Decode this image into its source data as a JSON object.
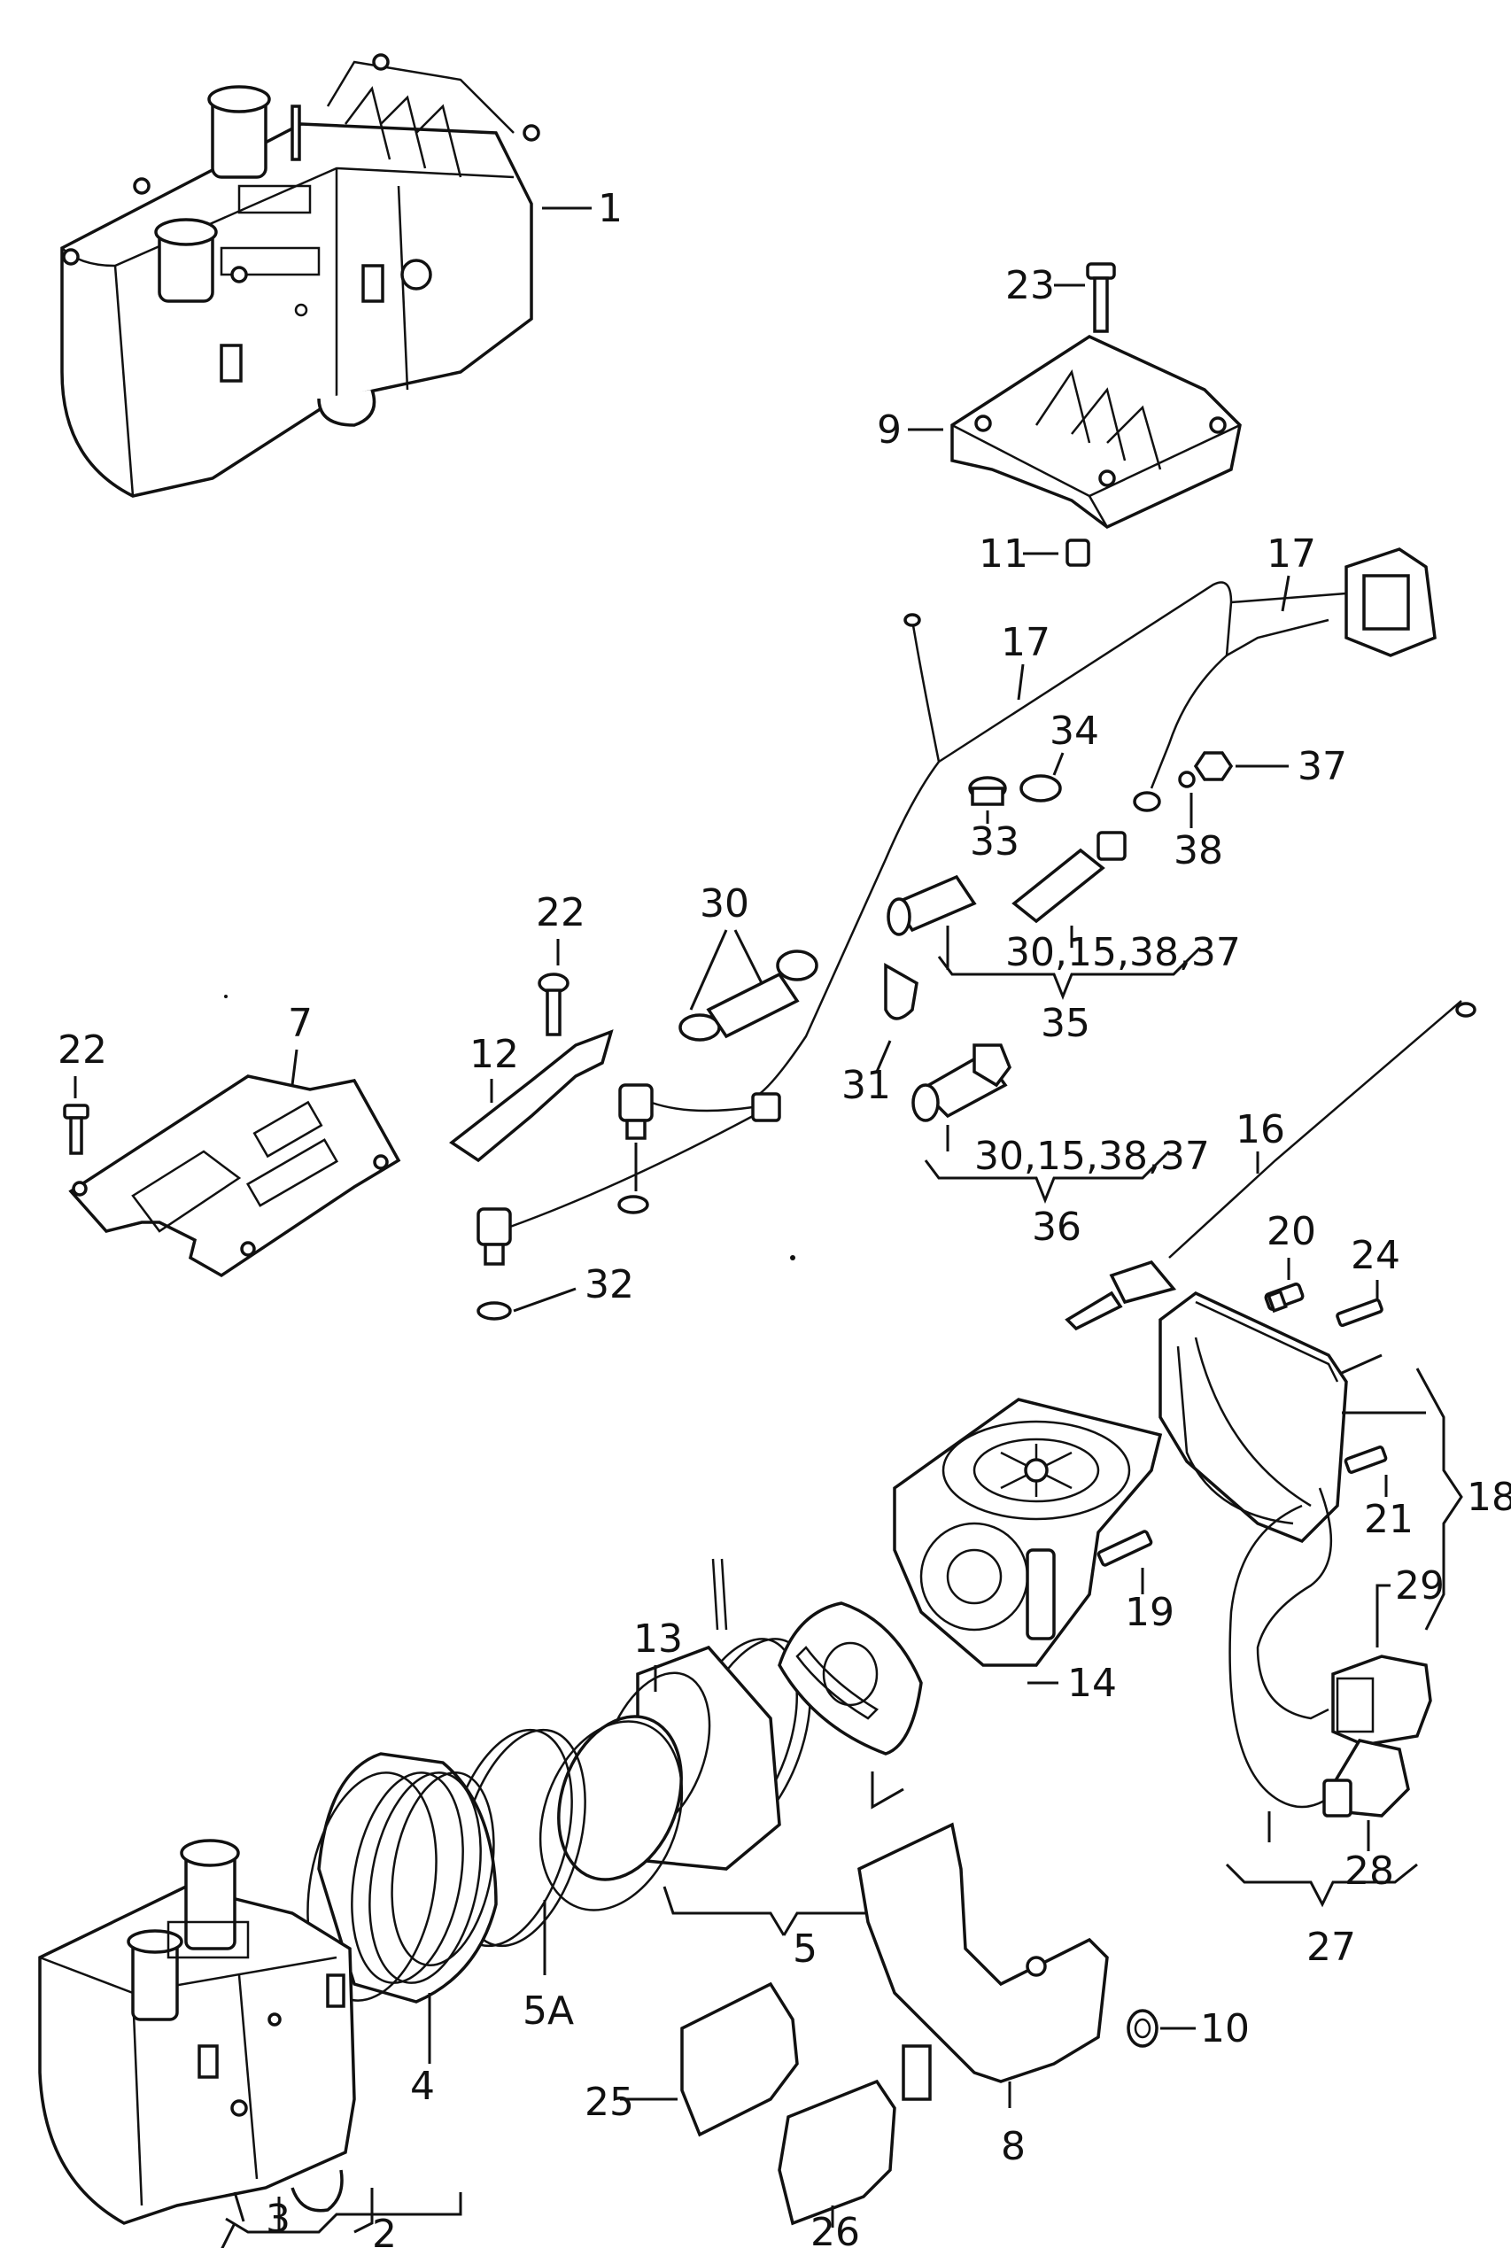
{
  "callouts": {
    "c1": "1",
    "c2": "2",
    "c3": "3",
    "c4": "4",
    "c5": "5",
    "c5a": "5A",
    "c7": "7",
    "c8": "8",
    "c9": "9",
    "c10": "10",
    "c11": "11",
    "c12": "12",
    "c13": "13",
    "c14": "14",
    "c16": "16",
    "c17a": "17",
    "c17b": "17",
    "c18": "18",
    "c19": "19",
    "c20": "20",
    "c21": "21",
    "c22a": "22",
    "c22b": "22",
    "c23": "23",
    "c24": "24",
    "c25": "25",
    "c26": "26",
    "c27": "27",
    "c28": "28",
    "c29": "29",
    "c30": "30",
    "c31": "31",
    "c32": "32",
    "c33": "33",
    "c34": "34",
    "c35": "35",
    "c35sub": "30,15,38,37",
    "c36": "36",
    "c36sub": "30,15,38,37",
    "c37": "37",
    "c38": "38"
  }
}
